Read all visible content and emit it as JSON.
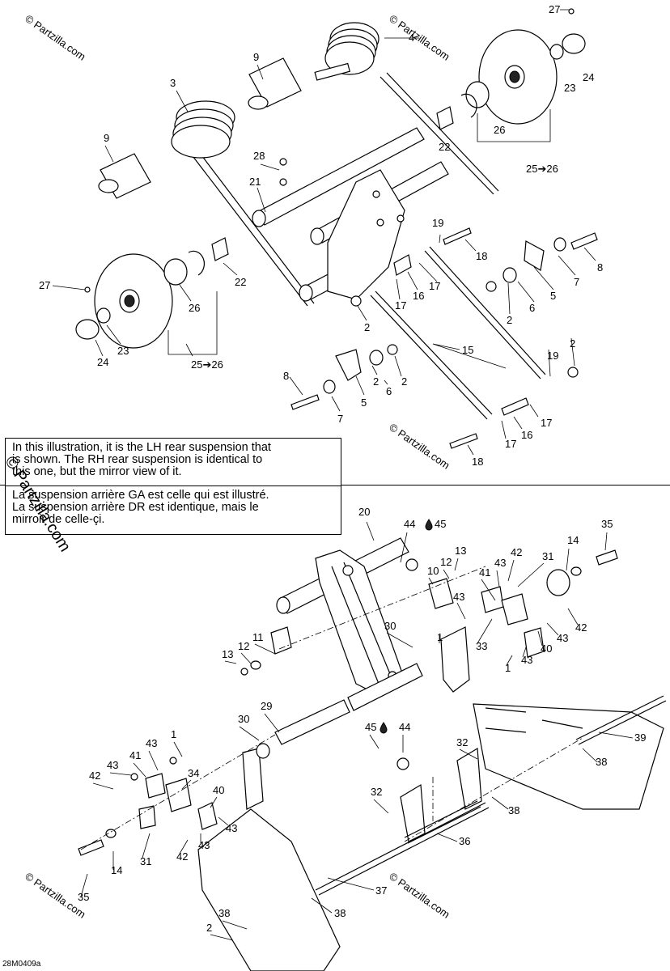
{
  "watermark": "© Partzilla.com",
  "diagram_code": "28M0409a",
  "note": {
    "en": [
      "In this illustration, it is the LH rear suspension that",
      "is shown. The RH rear suspension is identical to",
      "this one, but the mirror view of it."
    ],
    "fr": [
      "La suspension arrière GA est celle qui est illustré.",
      "La suspension arrière DR est identique, mais le",
      "mirroir de celle-çi."
    ]
  },
  "callouts": {
    "top": [
      {
        "label": "27"
      },
      {
        "label": "4"
      },
      {
        "label": "9"
      },
      {
        "label": "3"
      },
      {
        "label": "24"
      },
      {
        "label": "23"
      },
      {
        "label": "9"
      },
      {
        "label": "26"
      },
      {
        "label": "22"
      },
      {
        "label": "25➔26"
      },
      {
        "label": "28"
      },
      {
        "label": "21"
      },
      {
        "label": "19"
      },
      {
        "label": "18"
      },
      {
        "label": "8"
      },
      {
        "label": "7"
      },
      {
        "label": "27"
      },
      {
        "label": "22"
      },
      {
        "label": "17"
      },
      {
        "label": "16"
      },
      {
        "label": "17"
      },
      {
        "label": "5"
      },
      {
        "label": "26"
      },
      {
        "label": "2"
      },
      {
        "label": "6"
      },
      {
        "label": "2"
      },
      {
        "label": "2"
      },
      {
        "label": "24"
      },
      {
        "label": "23"
      },
      {
        "label": "25➔26"
      },
      {
        "label": "15"
      },
      {
        "label": "19"
      },
      {
        "label": "2"
      },
      {
        "label": "8"
      },
      {
        "label": "2"
      },
      {
        "label": "6"
      },
      {
        "label": "5"
      },
      {
        "label": "7"
      },
      {
        "label": "17"
      },
      {
        "label": "16"
      },
      {
        "label": "17"
      },
      {
        "label": "18"
      }
    ],
    "bottom": [
      {
        "label": "20"
      },
      {
        "label": "44"
      },
      {
        "label": "45"
      },
      {
        "label": "35"
      },
      {
        "label": "13"
      },
      {
        "label": "14"
      },
      {
        "label": "12"
      },
      {
        "label": "42"
      },
      {
        "label": "31"
      },
      {
        "label": "10"
      },
      {
        "label": "43"
      },
      {
        "label": "41"
      },
      {
        "label": "43"
      },
      {
        "label": "42"
      },
      {
        "label": "30"
      },
      {
        "label": "33"
      },
      {
        "label": "43"
      },
      {
        "label": "11"
      },
      {
        "label": "40"
      },
      {
        "label": "13"
      },
      {
        "label": "12"
      },
      {
        "label": "1"
      },
      {
        "label": "43"
      },
      {
        "label": "29"
      },
      {
        "label": "1"
      },
      {
        "label": "30"
      },
      {
        "label": "45"
      },
      {
        "label": "44"
      },
      {
        "label": "39"
      },
      {
        "label": "43"
      },
      {
        "label": "32"
      },
      {
        "label": "41"
      },
      {
        "label": "34"
      },
      {
        "label": "38"
      },
      {
        "label": "42"
      },
      {
        "label": "43"
      },
      {
        "label": "40"
      },
      {
        "label": "32"
      },
      {
        "label": "38"
      },
      {
        "label": "1"
      },
      {
        "label": "43"
      },
      {
        "label": "35"
      },
      {
        "label": "14"
      },
      {
        "label": "31"
      },
      {
        "label": "42"
      },
      {
        "label": "43"
      },
      {
        "label": "36"
      },
      {
        "label": "37"
      },
      {
        "label": "38"
      },
      {
        "label": "38"
      },
      {
        "label": "2"
      }
    ]
  }
}
